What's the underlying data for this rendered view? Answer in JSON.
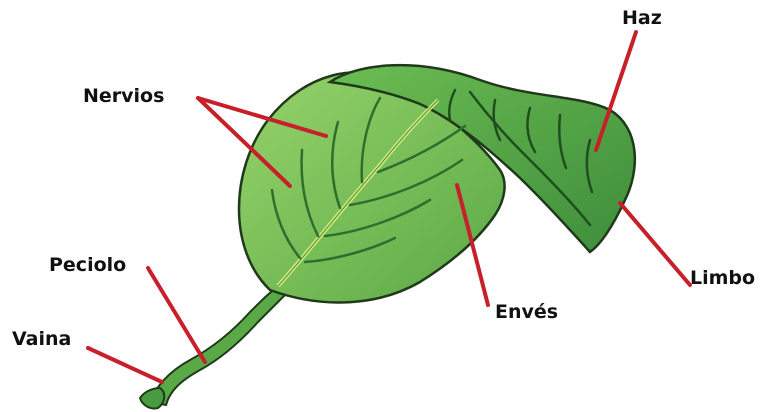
{
  "labels": {
    "haz": "Haz",
    "nervios": "Nervios",
    "peciolo": "Peciolo",
    "vaina": "Vaina",
    "enves": "Envés",
    "limbo": "Limbo"
  },
  "colors": {
    "pointer": "#c8202a",
    "leaf_light": "#8fce66",
    "leaf_mid": "#5fb34a",
    "leaf_dark": "#3f8f3a",
    "outline": "#1f3a1a",
    "vein": "#d7e87a"
  }
}
